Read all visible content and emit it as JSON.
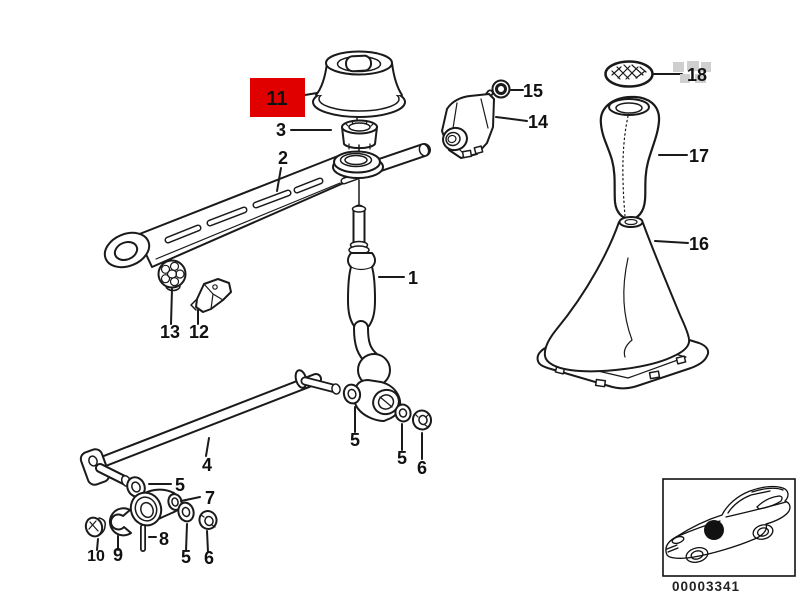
{
  "diagram": {
    "subject": "Gear shift linkage exploded parts diagram",
    "highlighted_part": "11"
  },
  "labels": {
    "p1": "1",
    "p2": "2",
    "p3": "3",
    "p4": "4",
    "p5a": "5",
    "p5b": "5",
    "p5c": "5",
    "p5d": "5",
    "p6a": "6",
    "p6b": "6",
    "p7": "7",
    "p8": "8",
    "p9": "9",
    "p10": "10",
    "p11": "11",
    "p12": "12",
    "p13": "13",
    "p14": "14",
    "p15": "15",
    "p16": "16",
    "p17": "17",
    "p18": "18"
  },
  "footer": {
    "diagram_number": "00003341"
  },
  "colors": {
    "ink": "#1a1a1a",
    "highlight_box": "#e00000",
    "highlight_text": "#ffffff",
    "watermark": "#cfcfcf",
    "frame": "#111111",
    "background": "#ffffff"
  }
}
